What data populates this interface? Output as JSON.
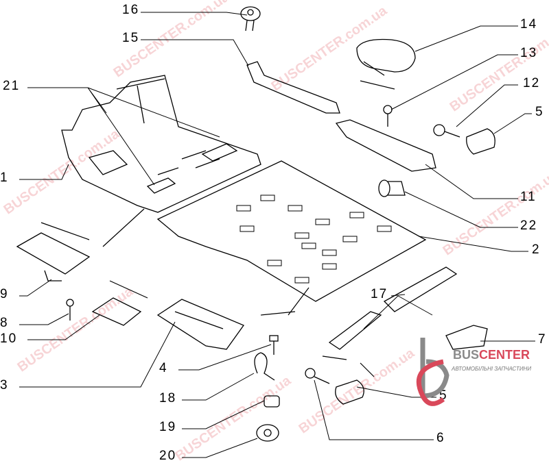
{
  "watermark": "BUSCENTER.com.ua",
  "logo": {
    "brand_a": "BUS",
    "brand_b": "CENTER",
    "subtitle": "АВТОМОБІЛЬНІ ЗАПЧАСТИНИ"
  },
  "callouts": {
    "c16": "16",
    "c15": "15",
    "c21": "21",
    "c1": "1",
    "c9": "9",
    "c8": "8",
    "c10": "10",
    "c3": "3",
    "c4": "4",
    "c18": "18",
    "c19": "19",
    "c20": "20",
    "c14": "14",
    "c13": "13",
    "c12": "12",
    "c5a": "5",
    "c11": "11",
    "c22": "22",
    "c2": "2",
    "c17": "17",
    "c7": "7",
    "c5b": "5",
    "c6": "6"
  }
}
